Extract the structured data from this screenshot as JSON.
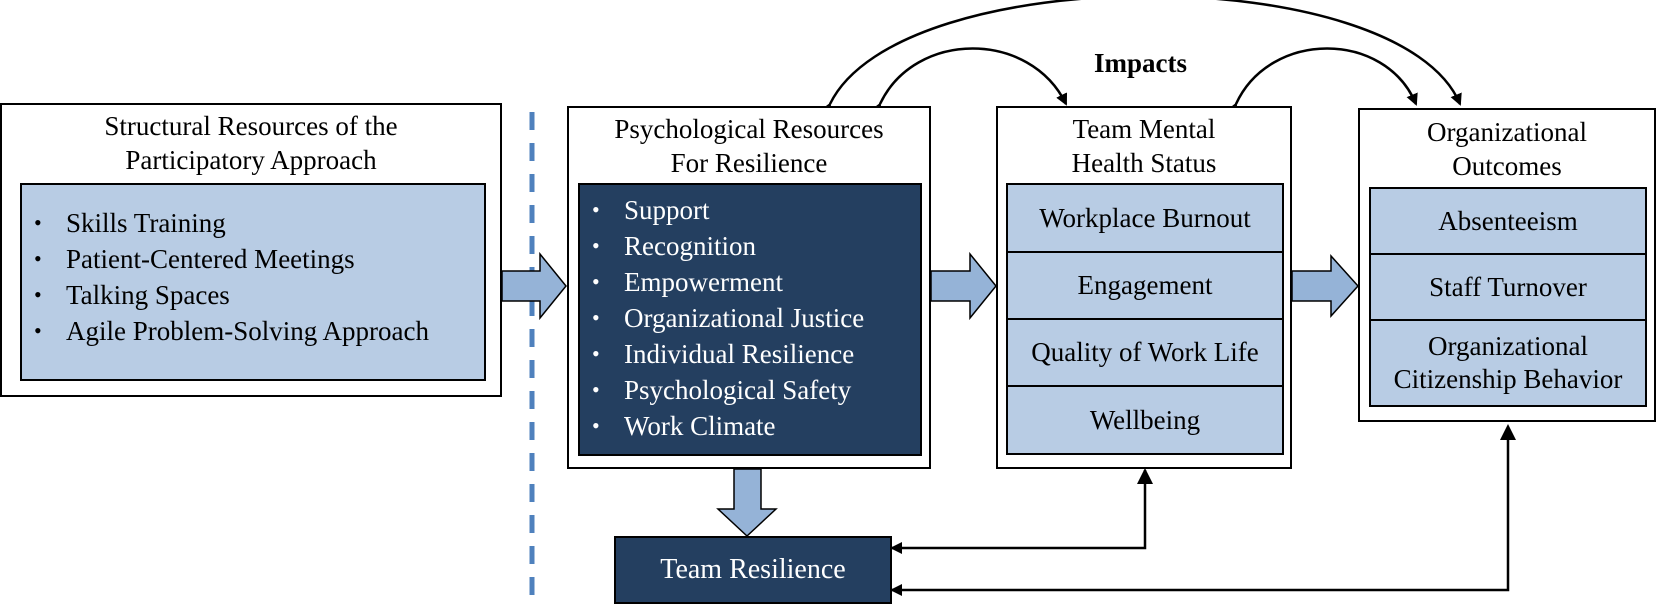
{
  "impacts_label": "Impacts",
  "structural": {
    "title_line1": "Structural Resources of the",
    "title_line2": "Participatory Approach",
    "items": [
      "Skills Training",
      "Patient-Centered Meetings",
      "Talking Spaces",
      "Agile Problem-Solving Approach"
    ]
  },
  "psychological": {
    "title_line1": "Psychological Resources",
    "title_line2": "For Resilience",
    "items": [
      "Support",
      "Recognition",
      "Empowerment",
      "Organizational Justice",
      "Individual Resilience",
      "Psychological Safety",
      "Work Climate"
    ]
  },
  "team_mental": {
    "title_line1": "Team Mental",
    "title_line2": "Health Status",
    "items": [
      "Workplace Burnout",
      "Engagement",
      "Quality of Work Life",
      "Wellbeing"
    ]
  },
  "organizational": {
    "title_line1": "Organizational",
    "title_line2": "Outcomes",
    "items": [
      "Absenteeism",
      "Staff Turnover",
      "Organizational\nCitizenship Behavior"
    ]
  },
  "team_resilience": "Team Resilience",
  "colors": {
    "light_fill": "#b8cce4",
    "dark_fill": "#243f60",
    "arrow_fill": "#95b3d7",
    "divider": "#4f81bd"
  }
}
